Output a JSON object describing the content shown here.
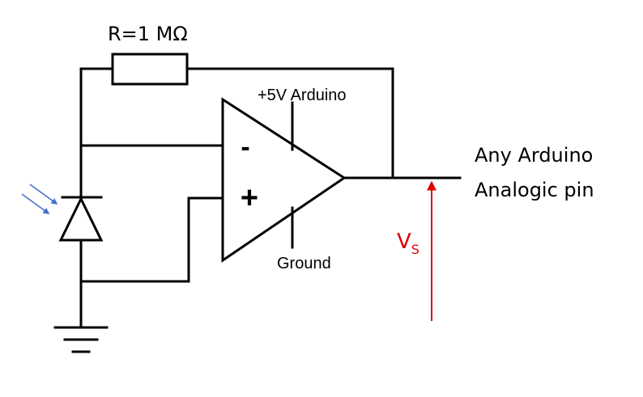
{
  "resistor": {
    "label": "R=1 MΩ"
  },
  "opamp": {
    "inverting_symbol": "-",
    "noninverting_symbol": "+",
    "supply_label": "+5V Arduino",
    "ground_label": "Ground"
  },
  "output": {
    "line1": "Any Arduino",
    "line2": "Analogic pin"
  },
  "voltage": {
    "symbol": "V",
    "subscript": "S",
    "color": "#e00000"
  },
  "light_arrows_color": "#4472c4"
}
